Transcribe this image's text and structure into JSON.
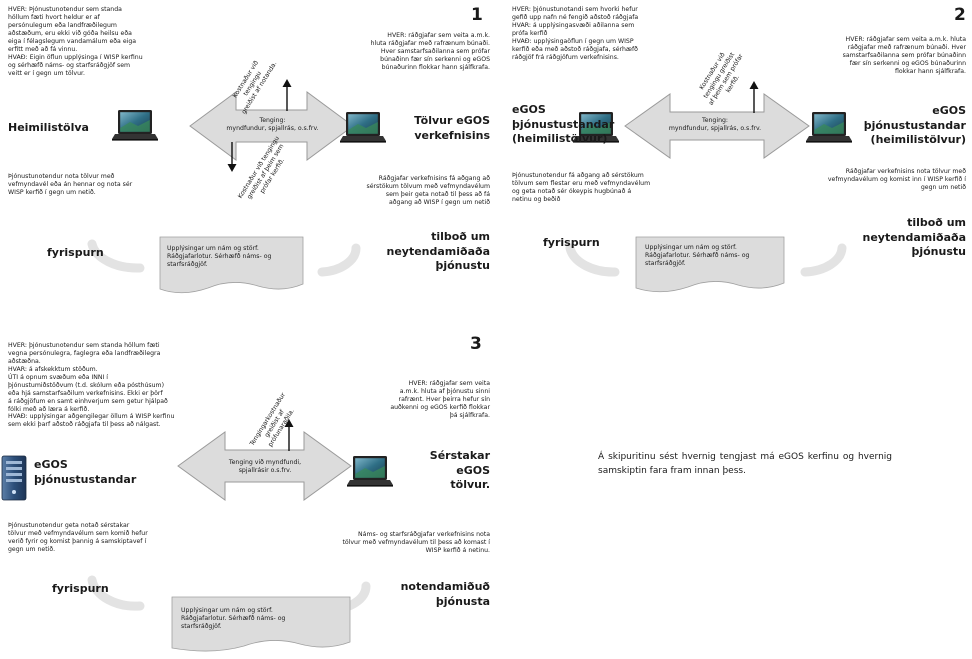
{
  "panel1": {
    "number": "1",
    "hver_left": "HVER: Þjónustunotendur sem standa\nhöllum fæti hvort heldur er af\npersónulegum eða landfræðilegum\naðstæðum, eru ekki við góða heilsu eða\neiga í félagslegum vandamálum eða eiga\nerfitt með að fá vinnu.\nHVAÐ: Eigin öflun upplýsinga í WISP kerfinu\nog sérhæfð náms- og starfsráðgjöf sem\nveitt er í gegn um tölvur.",
    "hver_right": "HVER: ráðgjafar sem veita a.m.k.\nhluta ráðgjafar með rafrænum búnaði.\nHver samstarfsaðilanna sem prófar\nbúnaðinn fær sín serkenni og eGOS\nbúnaðurinn flokkar hann sjálfkrafa.",
    "left_label": "Heimilistölva",
    "right_label": "Tölvur eGOS\nverkefnisins",
    "arrow_label": "Tenging:\nmyndfundur, spjallrás, o.s.frv.",
    "cost_up": "Kostnaður við tengingu\ngreiðist af notanda.",
    "cost_down": "Kostnaður við tengingu\ngreiðist af þeim sem\nprófar kerfið.",
    "left_desc": "Þjónustunotendur nota tölvur með\nvefmyndavél eða án hennar og nota sér\nWISP kerfið í gegn um netið.",
    "right_desc": "Ráðgjafar verkefnisins fá aðgang að\nsérstökum tölvum með vefmyndavélum\nsem þeir geta notað til þess að fá\naðgang að WISP í gegn um netið",
    "fyrispurn": "fyrispurn",
    "offer": "tilboð um\nneytendamiðaða\nþjónustu",
    "note": "Upplýsingar um nám og störf.\nRáðgjafarlotur. Sérhæfð náms- og\nstarfsráðgjöf."
  },
  "panel2": {
    "number": "2",
    "hver_left": "HVER: þjónustunotandi sem hvorki hefur\ngefið upp nafn né fengið aðstoð ráðgjafa\nHVAR: á upplýsingasvæði aðilanna sem\nprófa kerfið\nHVAÐ: upplýsingaöflun í gegn um WISP\nkerfið eða með aðstoð ráðgjafa, sérhæfð\nráðgjöf frá ráðgjöfum verkefnisins.",
    "hver_right": "HVER: ráðgjafar sem veita a.m.k. hluta\nráðgjafar með rafrænum búnaði. Hver\nsamstarfsaðilanna sem prófar búnaðinn\nfær sín serkenni og eGOS búnaðurinn\nflokkar hann sjálfkrafa.",
    "left_label": "eGOS\nþjónustustandar\n(heimilistölvur)",
    "right_label": "eGOS\nþjónustustandar\n(heimilistölvur)",
    "arrow_label": "Tenging:\nmyndfundur, spjallrás, o.s.frv.",
    "cost_up": "Kostnaður við\ntengingu greiðist\naf þeim sem prófar\nkerfið.",
    "left_desc": "Þjónustunotendur fá aðgang að sérstökum\ntölvum sem flestar eru með vefmyndavélum\nog geta notað sér ókeypis hugbúnað á\nnetinu og beðið",
    "right_desc": "Ráðgjafar verkefnisins nota tölvur með\nvefmyndavélum og komist inn í WISP kerfið í\ngegn um netið",
    "fyrispurn": "fyrispurn",
    "offer": "tilboð um\nneytendamiðaða\nþjónustu",
    "note": "Upplýsingar um nám og störf.\nRáðgjafarlotur. Sérhæfð náms- og\nstarfsráðgjöf."
  },
  "panel3": {
    "number": "3",
    "hver_left": "HVER: þjónustunotendur sem standa höllum fæti\nvegna persónulegra, faglegra eða landfræðilegra\naðstæðna.\nHVAR: á afskekktum stöðum.\nÚTI á opnum svæðum eða INNI í\nþjónustumiðstöðvum (t.d. skólum eða pósthúsum)\neða hjá samstarfsaðilum verkefnisins. Ekki er þörf\ná ráðgjöfum en samt einhverjum sem getur hjálpað\nfólki með að læra á kerfið.\nHVAÐ: upplýsingar aðgengilegar öllum á WISP kerfinu\nsem ekki þarf aðstoð ráðgjafa til þess að nálgast.",
    "hver_right": "HVER: ráðgjafar sem veita\na.m.k. hluta af þjónustu sinni\nrafrænt. Hver þeirra hefur sín\nauðkenni og eGOS kerfið flokkar\nþá sjálfkrafa.",
    "left_label": "eGOS\nþjónustustandar",
    "right_label": "Sérstakar\neGOS\ntölvur.",
    "arrow_label": "Tenging við myndfundi,\nspjallrásir o.s.frv.",
    "cost_up": "Tengingarkostnaður\ngreiðist af\nprófunaraðila.",
    "left_desc": "Þjónustunotendur geta notað sérstakar\ntölvur með vefmyndavélum sem komið hefur\nverið fyrir og komist þannig á samskiptavef í\ngegn um netið.",
    "right_desc": "Náms- og starfsráðgjafar verkefnisins nota\ntölvur með vefmyndavélum til þess að komast í\nWISP kerfið á netinu.",
    "fyrispurn": "fyrispurn",
    "offer": "notendamiðuð\nþjónusta",
    "note": "Upplýsingar um nám og störf.\nRáðgjafarlotur. Sérhæfð náms- og\nstarfsráðgjöf."
  },
  "description": "Á skipuritinu sést hvernig tengjast má eGOS kerfinu og hvernig samskiptin fara fram innan þess.",
  "colors": {
    "arrow_fill": "#dcdcdc",
    "arrow_stroke": "#9a9a9a",
    "text": "#1a1a1a",
    "laptop_screen": "#2f6f86"
  }
}
